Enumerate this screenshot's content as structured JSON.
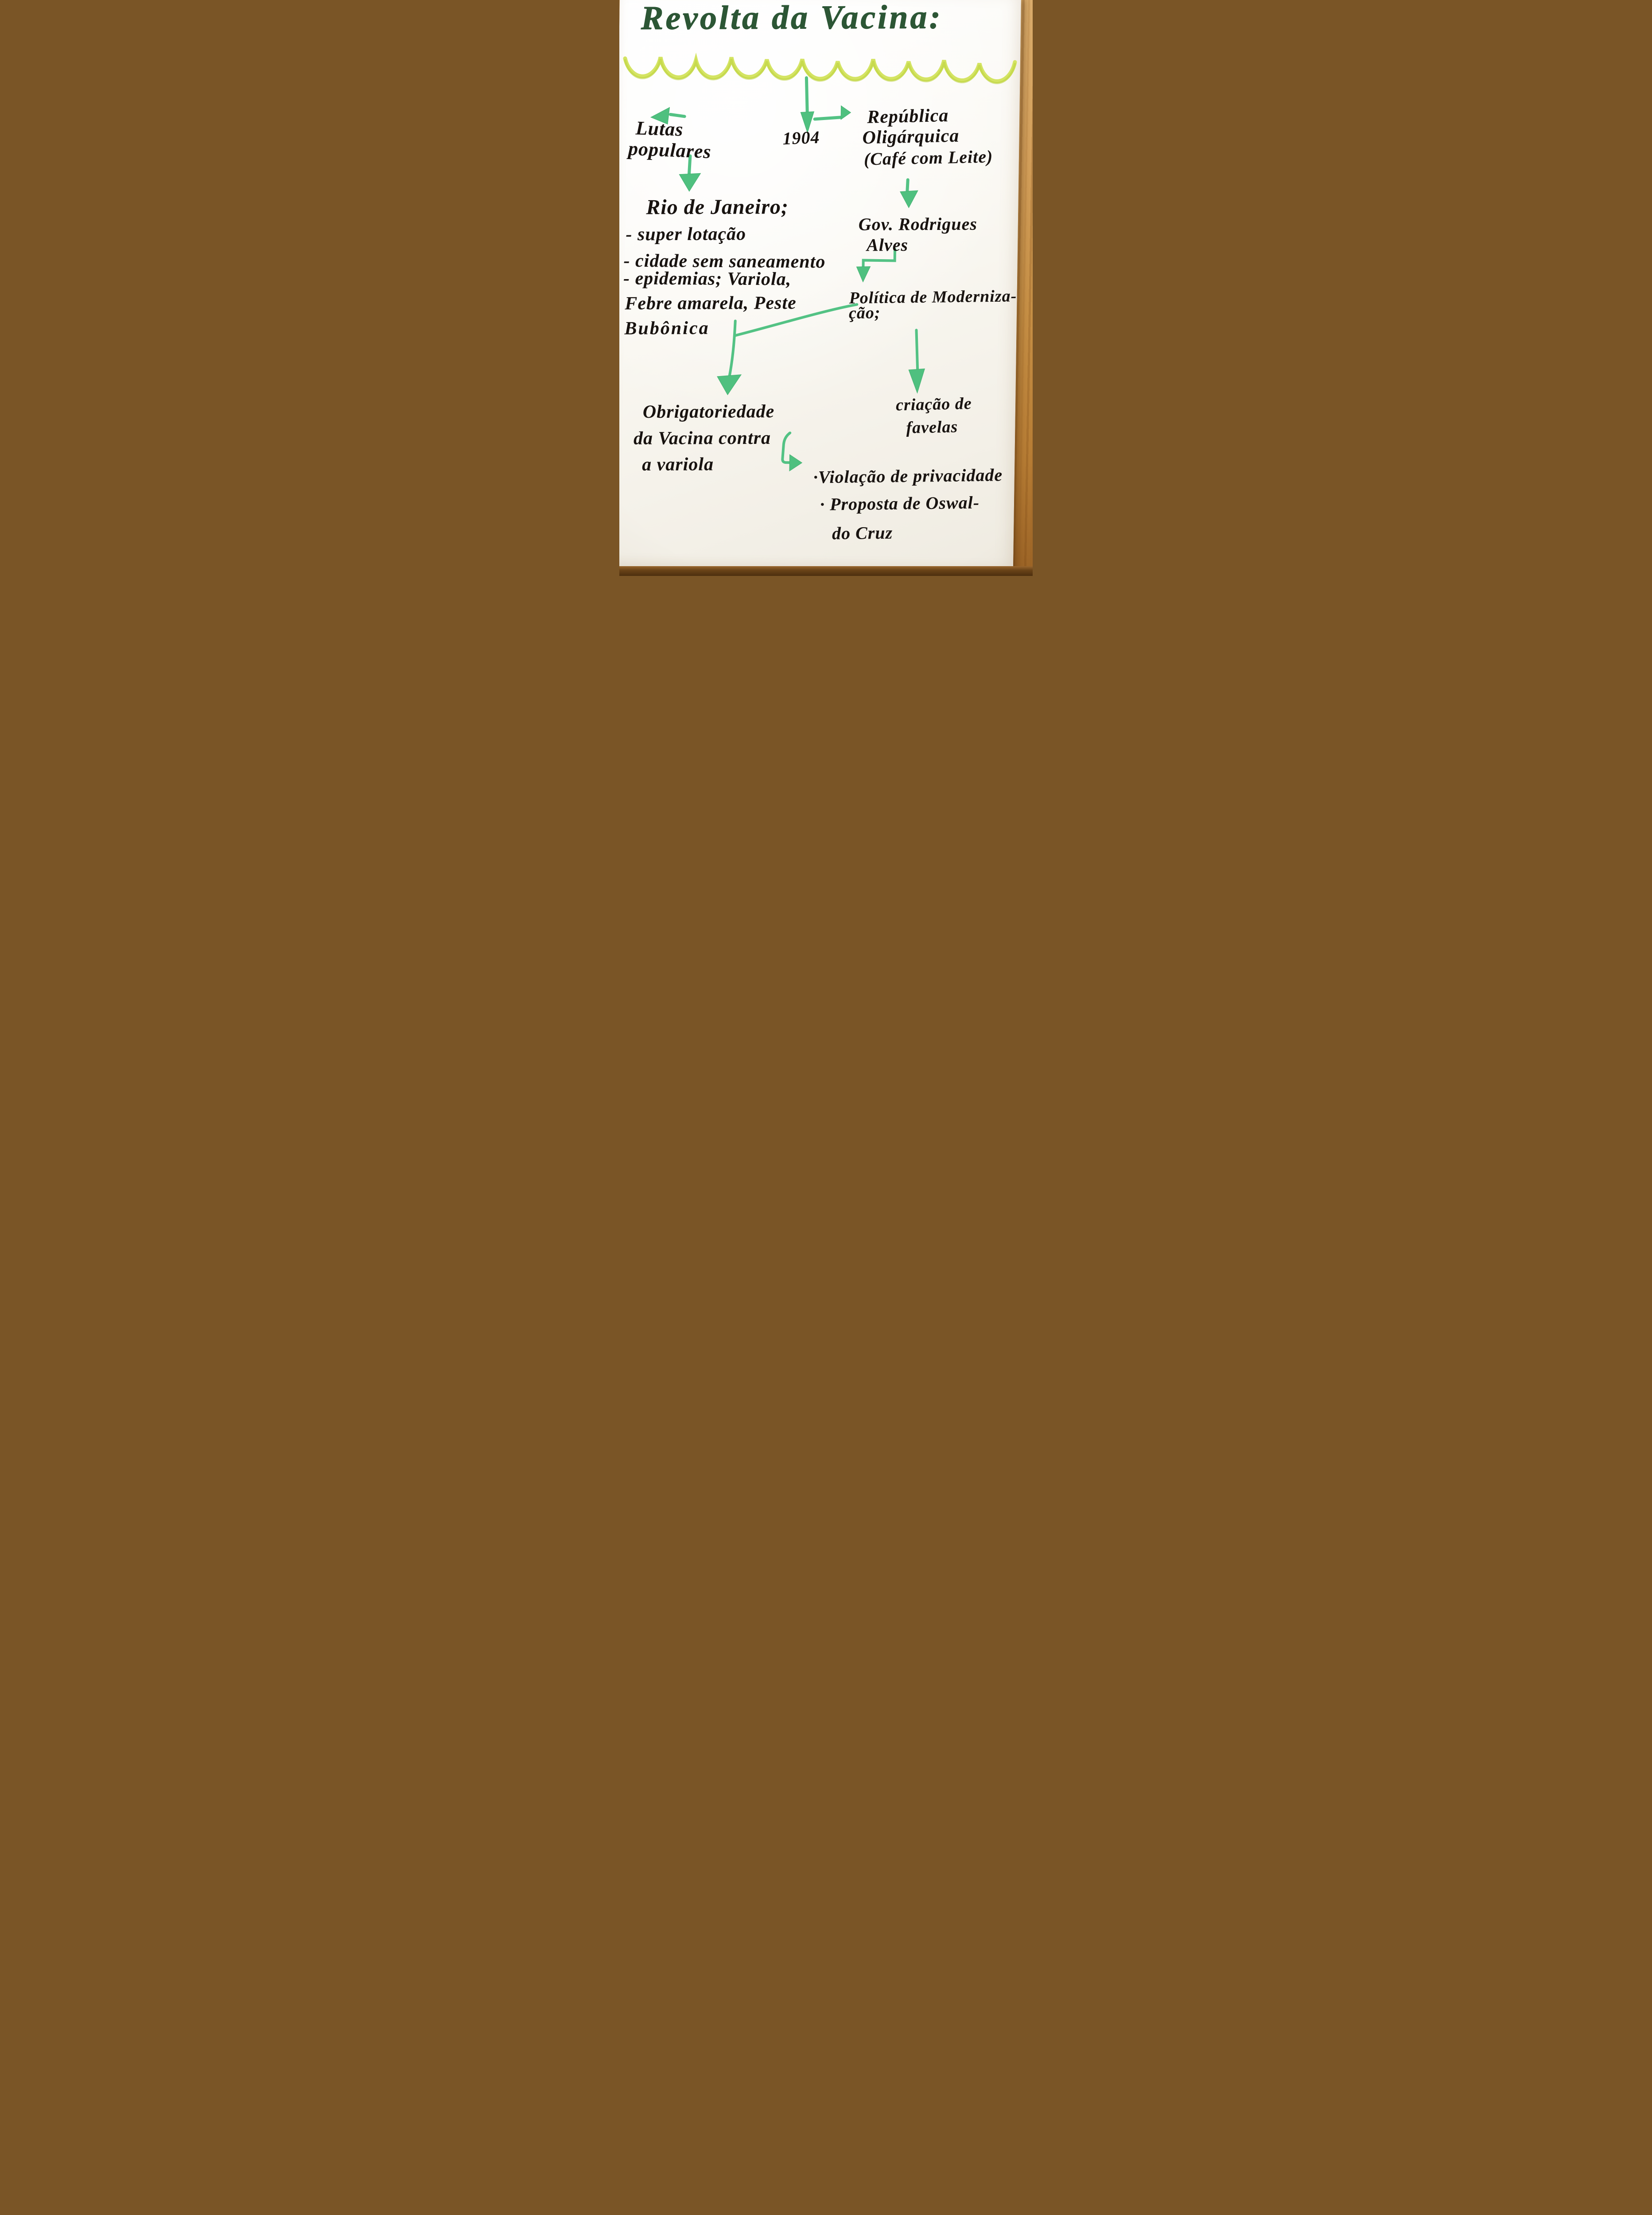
{
  "colors": {
    "title_ink": "#2c5635",
    "text_ink": "#181310",
    "arrow_green": "#53c284",
    "wave_highlighter": "#d4e463",
    "paper": "#f8f6f0",
    "wood_table": "#c8914a",
    "table_edge_dark": "#5f3d1a"
  },
  "title": "Revolta da Vacina:",
  "map": {
    "year": "1904",
    "lutas": {
      "line1": "Lutas",
      "line2": "populares"
    },
    "republica": {
      "line1": "República",
      "line2": "Oligárquica",
      "line3": "(Café com Leite)"
    },
    "rio": {
      "heading": "Rio de Janeiro;",
      "b1": "- super lotação",
      "b2": "- cidade sem saneamento",
      "b3": "- epidemias; Variola,",
      "b4": "Febre amarela, Peste",
      "b5": "Bubônica"
    },
    "gov": {
      "line1": "Gov. Rodrigues",
      "line2": "Alves"
    },
    "politica": {
      "line1": "Política de Moderniza-",
      "line2": "ção;"
    },
    "criacao": {
      "line1": "criação de",
      "line2": "favelas"
    },
    "obrigatoriedade": {
      "line1": "Obrigatoriedade",
      "line2": "da Vacina contra",
      "line3": "a variola"
    },
    "consequencias": {
      "line1": "·Violação de privacidade",
      "line2": "· Proposta de Oswal-",
      "line3": "do Cruz"
    }
  }
}
